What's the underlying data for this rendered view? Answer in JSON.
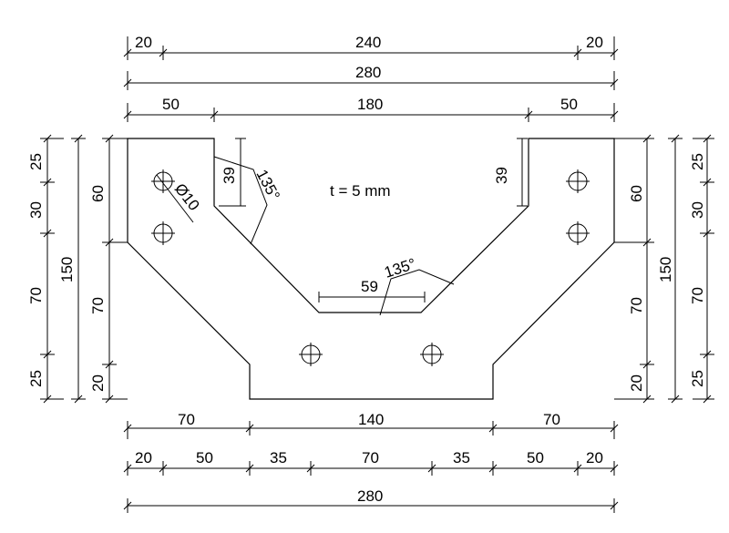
{
  "drawing": {
    "thickness_note": "t = 5 mm",
    "hole_label": "Ø10",
    "angle_label_left": "135°",
    "angle_label_right": "135°",
    "slot_depth_left": "39",
    "slot_depth_right": "39",
    "slot_bottom_width": "59"
  },
  "top_dims": {
    "row1": [
      "20",
      "240",
      "20"
    ],
    "row2": [
      "280"
    ],
    "row3": [
      "50",
      "180",
      "50"
    ]
  },
  "bottom_dims": {
    "row1": [
      "70",
      "140",
      "70"
    ],
    "row2": [
      "20",
      "50",
      "35",
      "70",
      "35",
      "50",
      "20"
    ],
    "row3": [
      "280"
    ]
  },
  "left_dims": {
    "outer": [
      "25",
      "30",
      "70",
      "25"
    ],
    "total": "150",
    "inner": [
      "60",
      "70",
      "20"
    ]
  },
  "right_dims": {
    "inner": [
      "60",
      "70",
      "20"
    ],
    "total": "150",
    "outer": [
      "25",
      "30",
      "70",
      "25"
    ]
  }
}
